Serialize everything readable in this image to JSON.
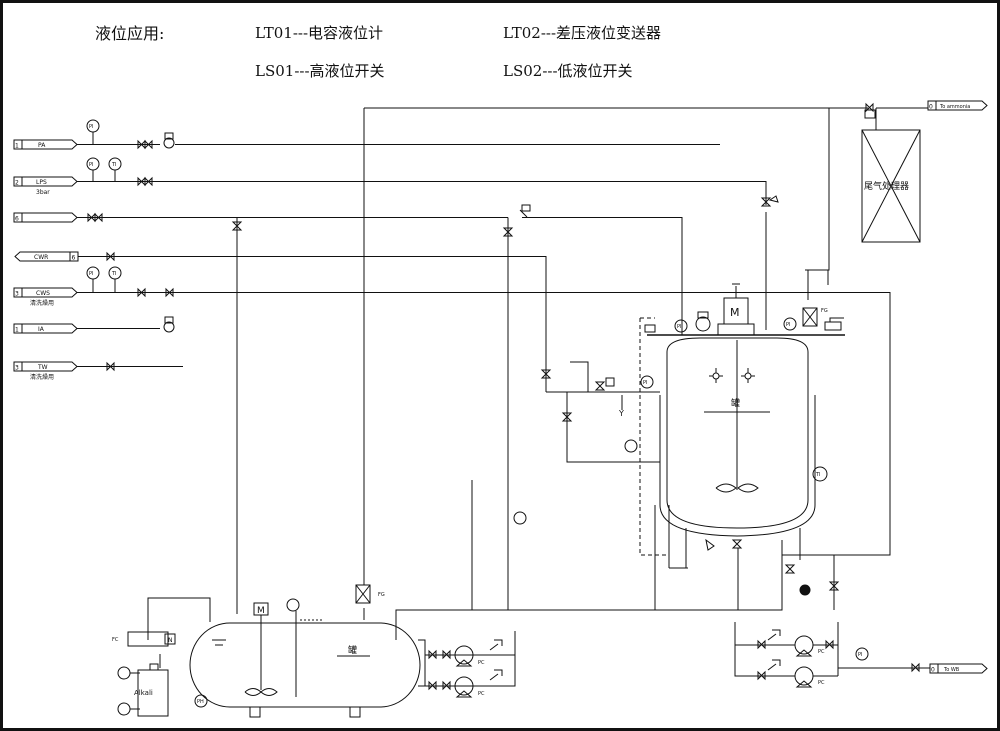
{
  "legend": {
    "heading": "液位应用:",
    "lt01": "LT01---电容液位计",
    "lt02": "LT02---差压液位变送器",
    "ls01": "LS01---高液位开关",
    "ls02": "LS02---低液位开关"
  },
  "inlets": [
    {
      "num": "1",
      "tag": "PA",
      "sub": ""
    },
    {
      "num": "2",
      "tag": "LPS",
      "sub": "3bar"
    },
    {
      "num": "6",
      "tag": "",
      "sub": ""
    },
    {
      "num": "",
      "tag": "CWR",
      "sub": ""
    },
    {
      "num": "3",
      "tag": "CWS",
      "sub": "清洗燥用"
    },
    {
      "num": "1",
      "tag": "IA",
      "sub": ""
    },
    {
      "num": "3",
      "tag": "TW",
      "sub": "清洗燥用"
    }
  ],
  "cwr_right_num": "6",
  "outlets": [
    {
      "num": "0",
      "label": "To ammonia"
    },
    {
      "num": "0",
      "label": "To WB"
    }
  ],
  "equipment": {
    "scrubber": "尾气处理器",
    "reactor": "罐",
    "tank": "罐",
    "alkali": "Alkali",
    "motor": "M",
    "fc": "FC",
    "n_box": "N"
  },
  "instruments": {
    "pi": "PI",
    "ti": "TI",
    "fg": "FG",
    "ph": "PH",
    "pc": "PC",
    "y": "Y"
  }
}
